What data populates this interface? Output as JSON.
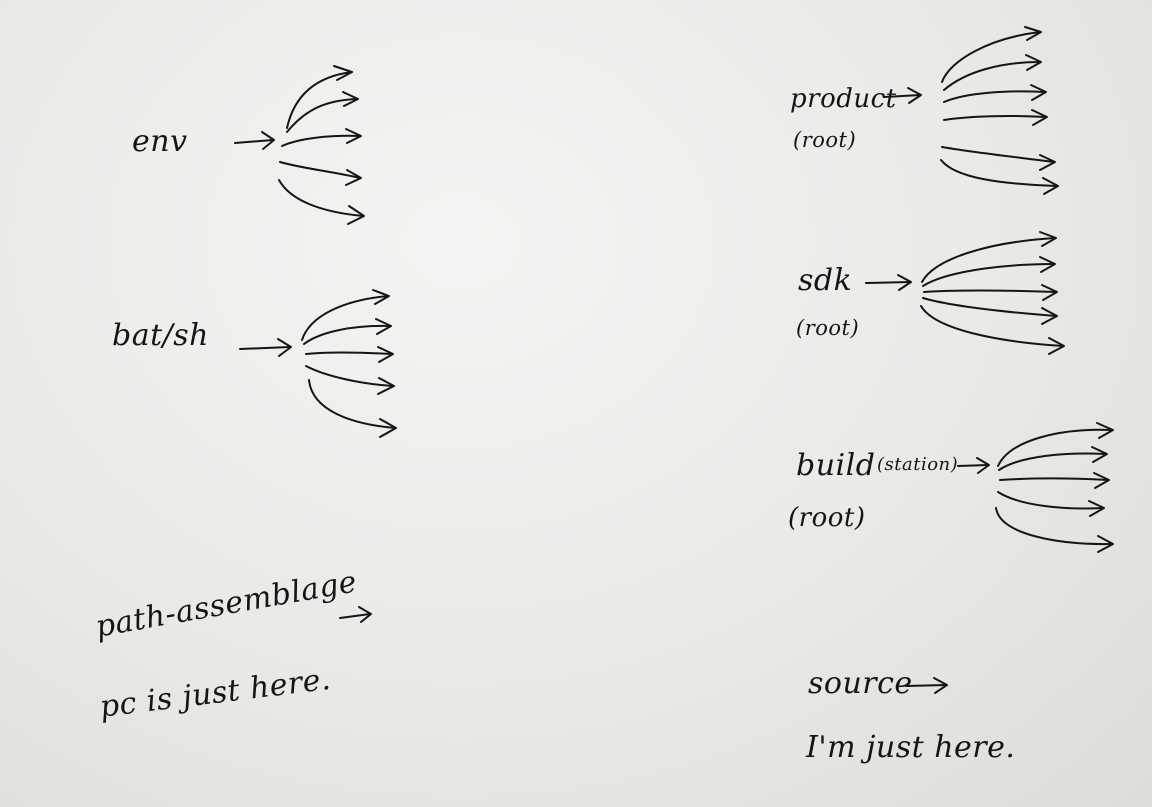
{
  "nodes": {
    "env": {
      "label": "env"
    },
    "bat_sh": {
      "label": "bat/sh"
    },
    "product": {
      "label": "product",
      "sub": "(root)"
    },
    "sdk": {
      "label": "sdk",
      "sub": "(root)"
    },
    "build": {
      "label": "build",
      "qualifier": "(station)",
      "sub": "(root)"
    }
  },
  "notes": {
    "path_assemblage": {
      "label": "path-assemblage",
      "text": "pc is just here."
    },
    "source": {
      "label": "source",
      "text": "I'm just here."
    }
  },
  "ink_color": "#151515"
}
